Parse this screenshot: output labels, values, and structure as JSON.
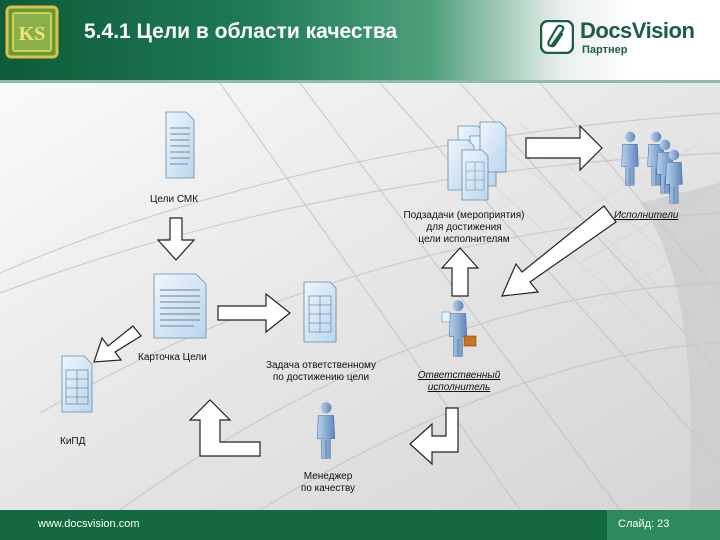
{
  "header": {
    "title": "5.4.1 Цели в области качества",
    "logo": {
      "brand": "DocsVision",
      "sub": "Партнер",
      "icon": "paperclip-icon"
    },
    "left_logo_text": "KS"
  },
  "diagram": {
    "nodes": {
      "celi_smk": "Цели СМК",
      "kartochka": "Карточка Цели",
      "kipd": "КиПД",
      "zadacha_l1": "Задача ответственному",
      "zadacha_l2": "по достижению цели",
      "otvetstv_l1": "Ответственный",
      "otvetstv_l2": "исполнитель",
      "podzadachi_l1": "Подзадачи (мероприятия)",
      "podzadachi_l2": "для достижения",
      "podzadachi_l3": "цели исполнителям",
      "ispolniteli": "Исполнители",
      "menedzher_l1": "Менеджер",
      "menedzher_l2": "по качеству"
    }
  },
  "footer": {
    "url": "www.docsvision.com",
    "slide": "Слайд: 23"
  },
  "colors": {
    "header_green": "#0e5a39",
    "footer_green": "#15693f",
    "arrow_stroke": "#222222",
    "doc_blue": "#cfe3f3",
    "person_blue": "#8fb3d9"
  }
}
